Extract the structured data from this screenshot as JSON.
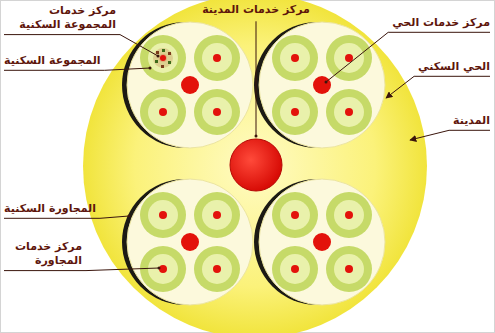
{
  "diagram": {
    "labels": [
      "مركز خدمات المجموعة السكنية",
      "المجموعة السكنية",
      "مركز خدمات المدينة",
      "مركز خدمات الحي",
      "الحي السكني",
      "المدينة",
      "المجاورة السكنية",
      "مركز خدمات المجاورة"
    ]
  }
}
